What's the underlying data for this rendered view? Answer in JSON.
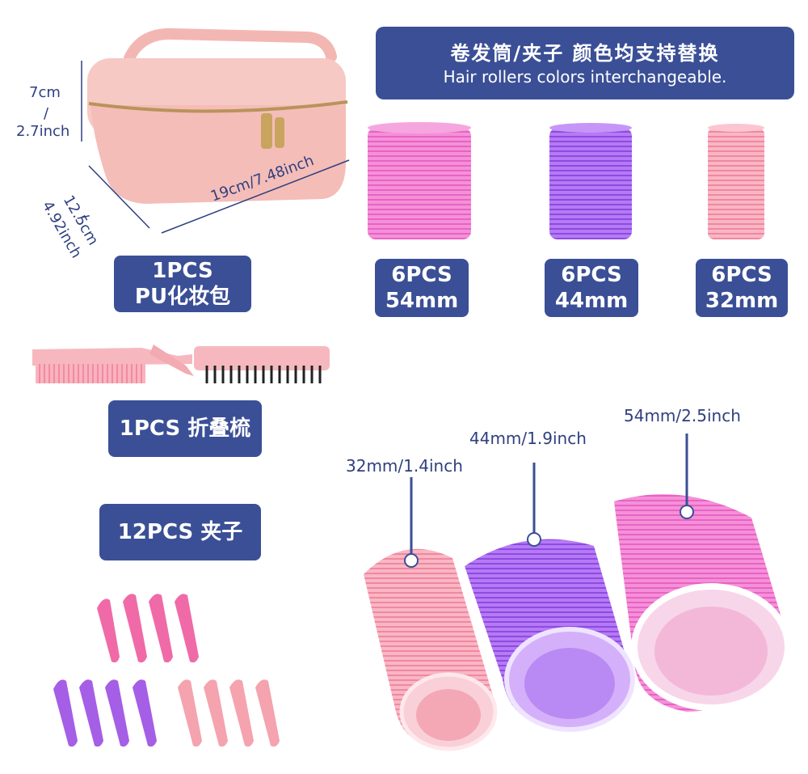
{
  "banner": {
    "title_cn": "卷发筒/夹子 颜色均支持替换",
    "subtitle_en": "Hair rollers colors interchangeable."
  },
  "bag": {
    "height_cm": "7cm",
    "height_sep": "/",
    "height_in": "2.7inch",
    "depth_cm": "12.5cm",
    "depth_sep": "/",
    "depth_in": "4.92inch",
    "width": "19cm/7.48inch",
    "tag_line1": "1PCS",
    "tag_line2": "PU化妆包"
  },
  "rollers_top": [
    {
      "count": "6PCS",
      "size": "54mm",
      "color": "#f27bd0"
    },
    {
      "count": "6PCS",
      "size": "44mm",
      "color": "#a65cf0"
    },
    {
      "count": "6PCS",
      "size": "32mm",
      "color": "#f7a1b5"
    }
  ],
  "comb": {
    "tag": "1PCS 折叠梳"
  },
  "clips": {
    "tag": "12PCS 夹子"
  },
  "roller_sizes": {
    "small": "32mm/1.4inch",
    "medium": "44mm/1.9inch",
    "large": "54mm/2.5inch"
  },
  "colors": {
    "navy": "#3a4f96",
    "pink": "#f7a1b5",
    "magenta": "#f27bd0",
    "purple": "#a65cf0"
  }
}
